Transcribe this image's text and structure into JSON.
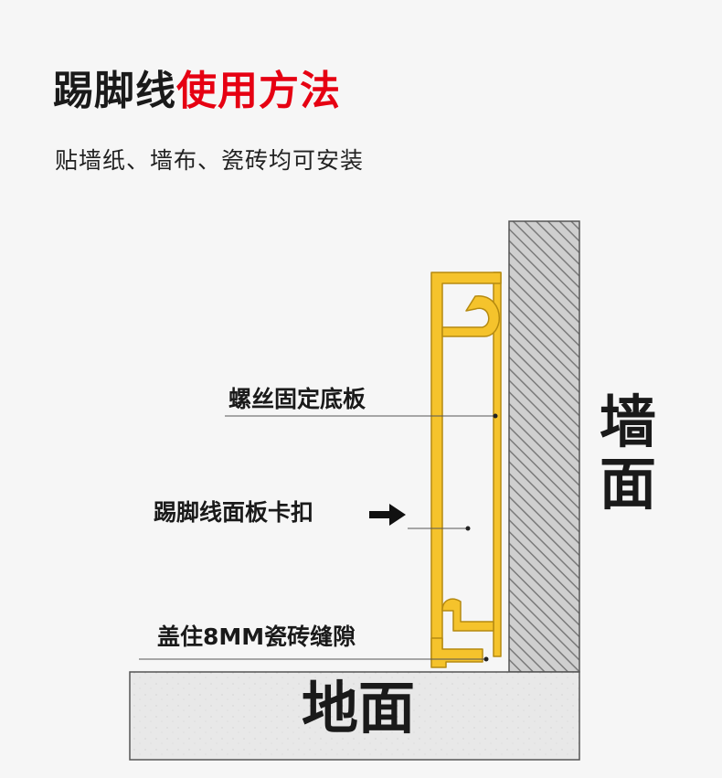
{
  "title": {
    "part1": "踢脚线",
    "part2": "使用方法"
  },
  "subtitle": "贴墙纸、墙布、瓷砖均可安装",
  "labels": {
    "base_plate": "螺丝固定底板",
    "panel_clip": "踢脚线面板卡扣",
    "gap_cover": "盖住8MM瓷砖缝隙"
  },
  "wall": {
    "char1": "墙",
    "char2": "面"
  },
  "ground": "地面",
  "colors": {
    "title_black": "#1a1a1a",
    "title_red": "#e60012",
    "profile_fill": "#f5c32c",
    "profile_stroke": "#b58a10",
    "wall_fill": "#c8c8c8",
    "ground_fill": "#e6e6e6"
  },
  "icons": {
    "arrow": "arrow-right-icon"
  }
}
